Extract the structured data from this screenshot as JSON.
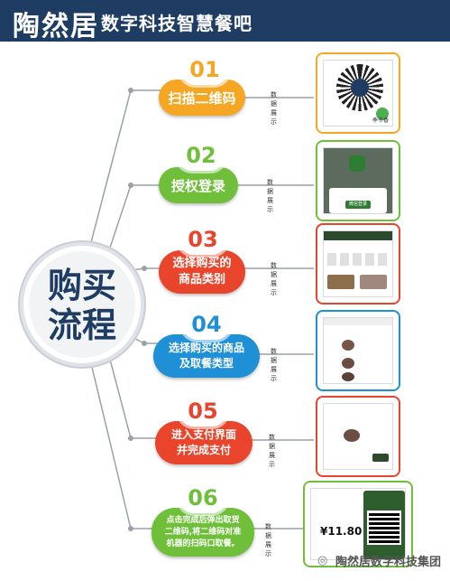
{
  "header": {
    "logo": "陶然居",
    "title": "数字科技智慧餐吧"
  },
  "center": {
    "line1": "购买",
    "line2": "流程"
  },
  "steps": [
    {
      "num": "01",
      "text": "扫描二维码",
      "demo": "数据展示",
      "color": "#f5a623"
    },
    {
      "num": "02",
      "text": "授权登录",
      "demo": "数据展示",
      "color": "#6fbf3a"
    },
    {
      "num": "03",
      "text": "选择购买的\n商品类别",
      "demo": "数据展示",
      "color": "#e8452c"
    },
    {
      "num": "04",
      "text": "选择购买的商品\n及取餐类型",
      "demo": "数据展示",
      "color": "#1f8fd6"
    },
    {
      "num": "05",
      "text": "进入支付界面\n并完成支付",
      "demo": "数据展示",
      "color": "#e8452c"
    },
    {
      "num": "06",
      "text": "点击完成后弹出取货\n二维码,将二维码对准\n机器的扫码口取餐。",
      "demo": "数据展示",
      "color": "#6fbf3a"
    }
  ],
  "screens": {
    "s1_caption": "季节香",
    "s2_prompt": "微信登录",
    "s6_price": "¥11.80"
  },
  "footer": {
    "text": "陶然居数字科技集团",
    "icon": "wechat-icon"
  }
}
